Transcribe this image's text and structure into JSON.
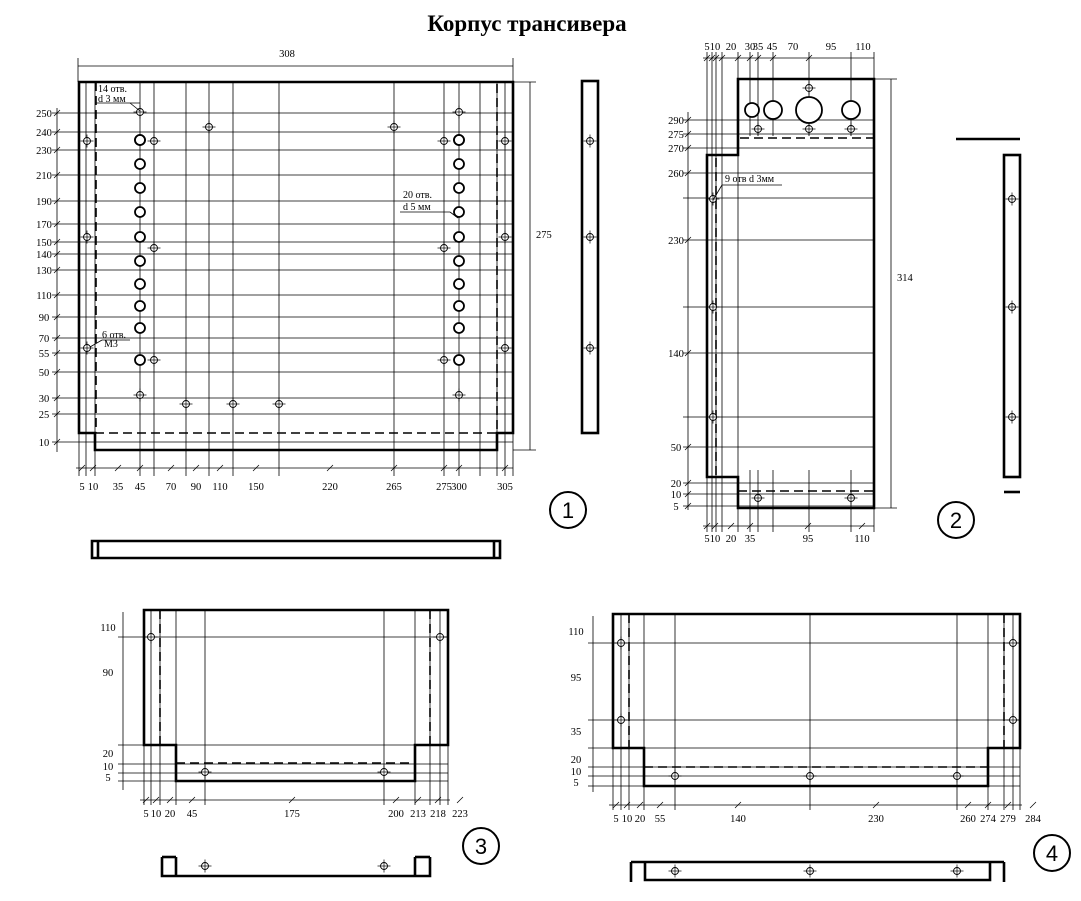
{
  "title": "Корпус трансивера",
  "part_numbers": [
    "1",
    "2",
    "3",
    "4"
  ],
  "part1": {
    "overall_width": "308",
    "overall_height": "275",
    "y_dims": [
      "250",
      "240",
      "230",
      "210",
      "190",
      "170",
      "150",
      "140",
      "130",
      "110",
      "90",
      "70",
      "55",
      "50",
      "30",
      "25",
      "10"
    ],
    "x_dims": [
      "5",
      "10",
      "35",
      "45",
      "70",
      "90",
      "110",
      "150",
      "220",
      "265",
      "275",
      "300",
      "305"
    ],
    "notes": {
      "holes_d3": [
        "14 отв.",
        "d 3 мм"
      ],
      "holes_d5": [
        "20 отв.",
        "d 5 мм"
      ],
      "holes_m3": [
        "6 отв.",
        "М3"
      ]
    }
  },
  "part2": {
    "overall_height": "314",
    "top_x_dims": [
      "5",
      "10",
      "20",
      "30",
      "35",
      "45",
      "70",
      "95",
      "110"
    ],
    "y_dims": [
      "290",
      "275",
      "270",
      "260",
      "230",
      "140",
      "50",
      "20",
      "10",
      "5"
    ],
    "bottom_x_dims": [
      "5",
      "10",
      "20",
      "35",
      "95",
      "110"
    ],
    "note": "9 отв d 3мм"
  },
  "part3": {
    "y_dims": [
      "110",
      "90",
      "20",
      "10",
      "5"
    ],
    "x_dims": [
      "5",
      "10",
      "20",
      "45",
      "175",
      "200",
      "213",
      "218",
      "223"
    ]
  },
  "part4": {
    "y_dims": [
      "110",
      "95",
      "35",
      "20",
      "10",
      "5"
    ],
    "x_dims": [
      "5",
      "10",
      "20",
      "55",
      "140",
      "230",
      "260",
      "274",
      "279",
      "284"
    ]
  }
}
